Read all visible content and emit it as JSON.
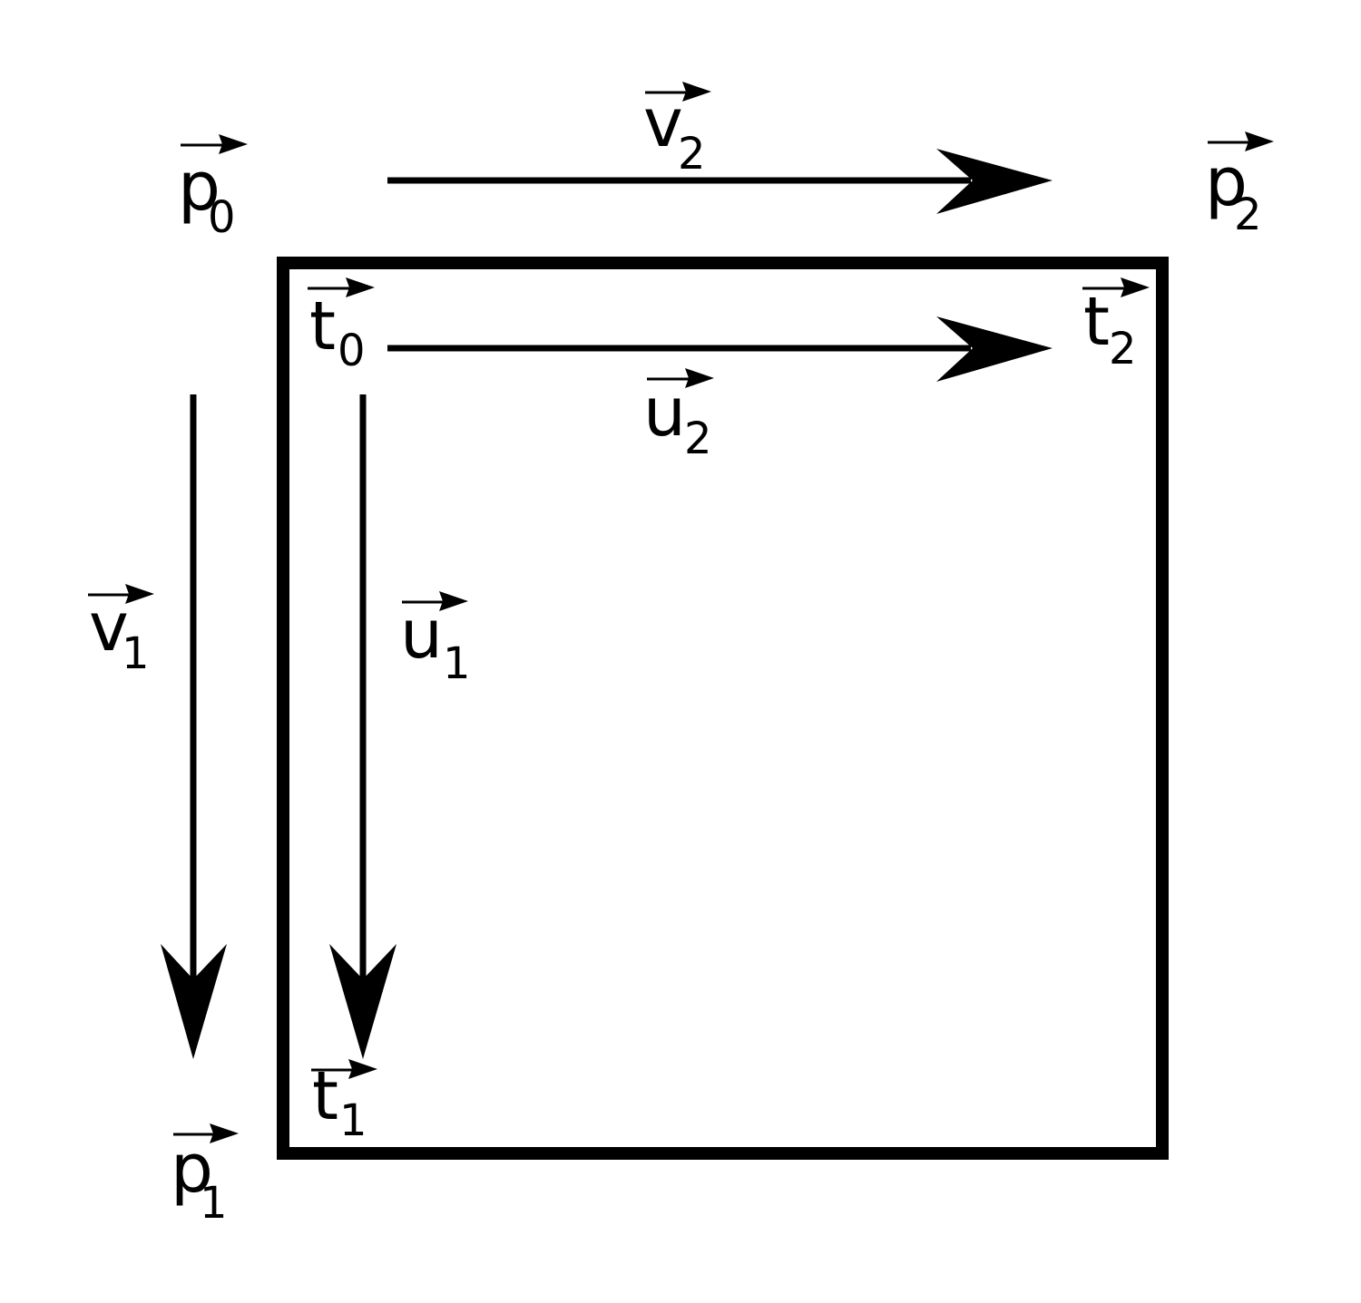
{
  "colors": {
    "background": "#ffffff",
    "ink": "#000000"
  },
  "labels": {
    "p0": {
      "base": "p",
      "sub": "0"
    },
    "p1": {
      "base": "p",
      "sub": "1"
    },
    "p2": {
      "base": "p",
      "sub": "2"
    },
    "v1": {
      "base": "v",
      "sub": "1"
    },
    "v2": {
      "base": "v",
      "sub": "2"
    },
    "t0": {
      "base": "t",
      "sub": "0"
    },
    "t1": {
      "base": "t",
      "sub": "1"
    },
    "t2": {
      "base": "t",
      "sub": "2"
    },
    "u1": {
      "base": "u",
      "sub": "1"
    },
    "u2": {
      "base": "u",
      "sub": "2"
    }
  }
}
